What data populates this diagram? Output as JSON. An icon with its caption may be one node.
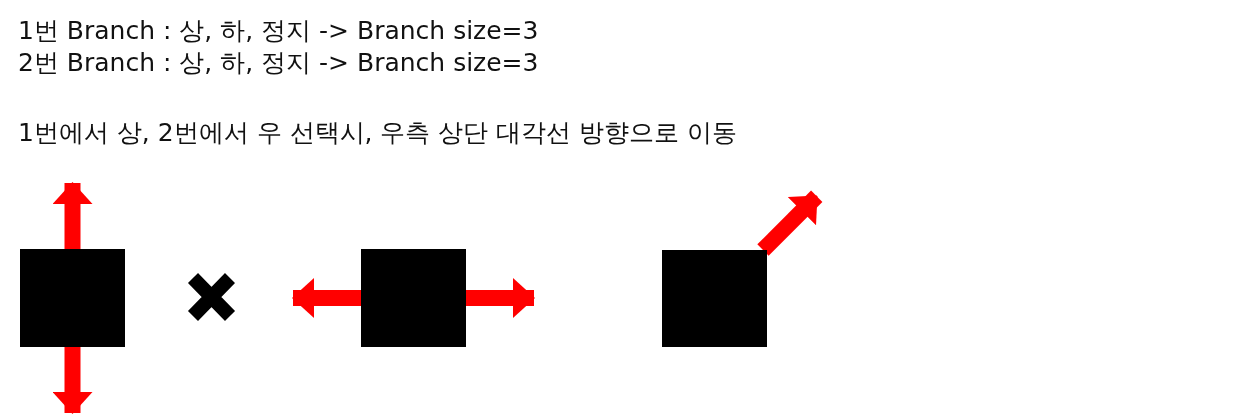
{
  "diagram": {
    "nodes": [
      {
        "text": [],
        "shape": "box"
      },
      {
        "text": [],
        "shape": "box"
      },
      {
        "text": [],
        "shape": "box"
      }
    ],
    "edges": [
      {
        "from": 0,
        "to": null,
        "arrow": "to"
      },
      {
        "from": 0,
        "to": null,
        "arrow": "to"
      },
      {
        "from": 1,
        "to": null,
        "arrow": "to"
      },
      {
        "from": 1,
        "to": null,
        "arrow": "to"
      },
      {
        "from": 2,
        "to": null,
        "arrow": "to"
      }
    ],
    "labels": [
      "1번 Branch : 상, 하, 정지 -> Branch size=3",
      "2번 Branch : 상, 하, 정지 -> Branch size=3",
      "1번에서 상, 2번에서 우 선택시, 우측 상단 대각선 방향으로 이동"
    ]
  }
}
